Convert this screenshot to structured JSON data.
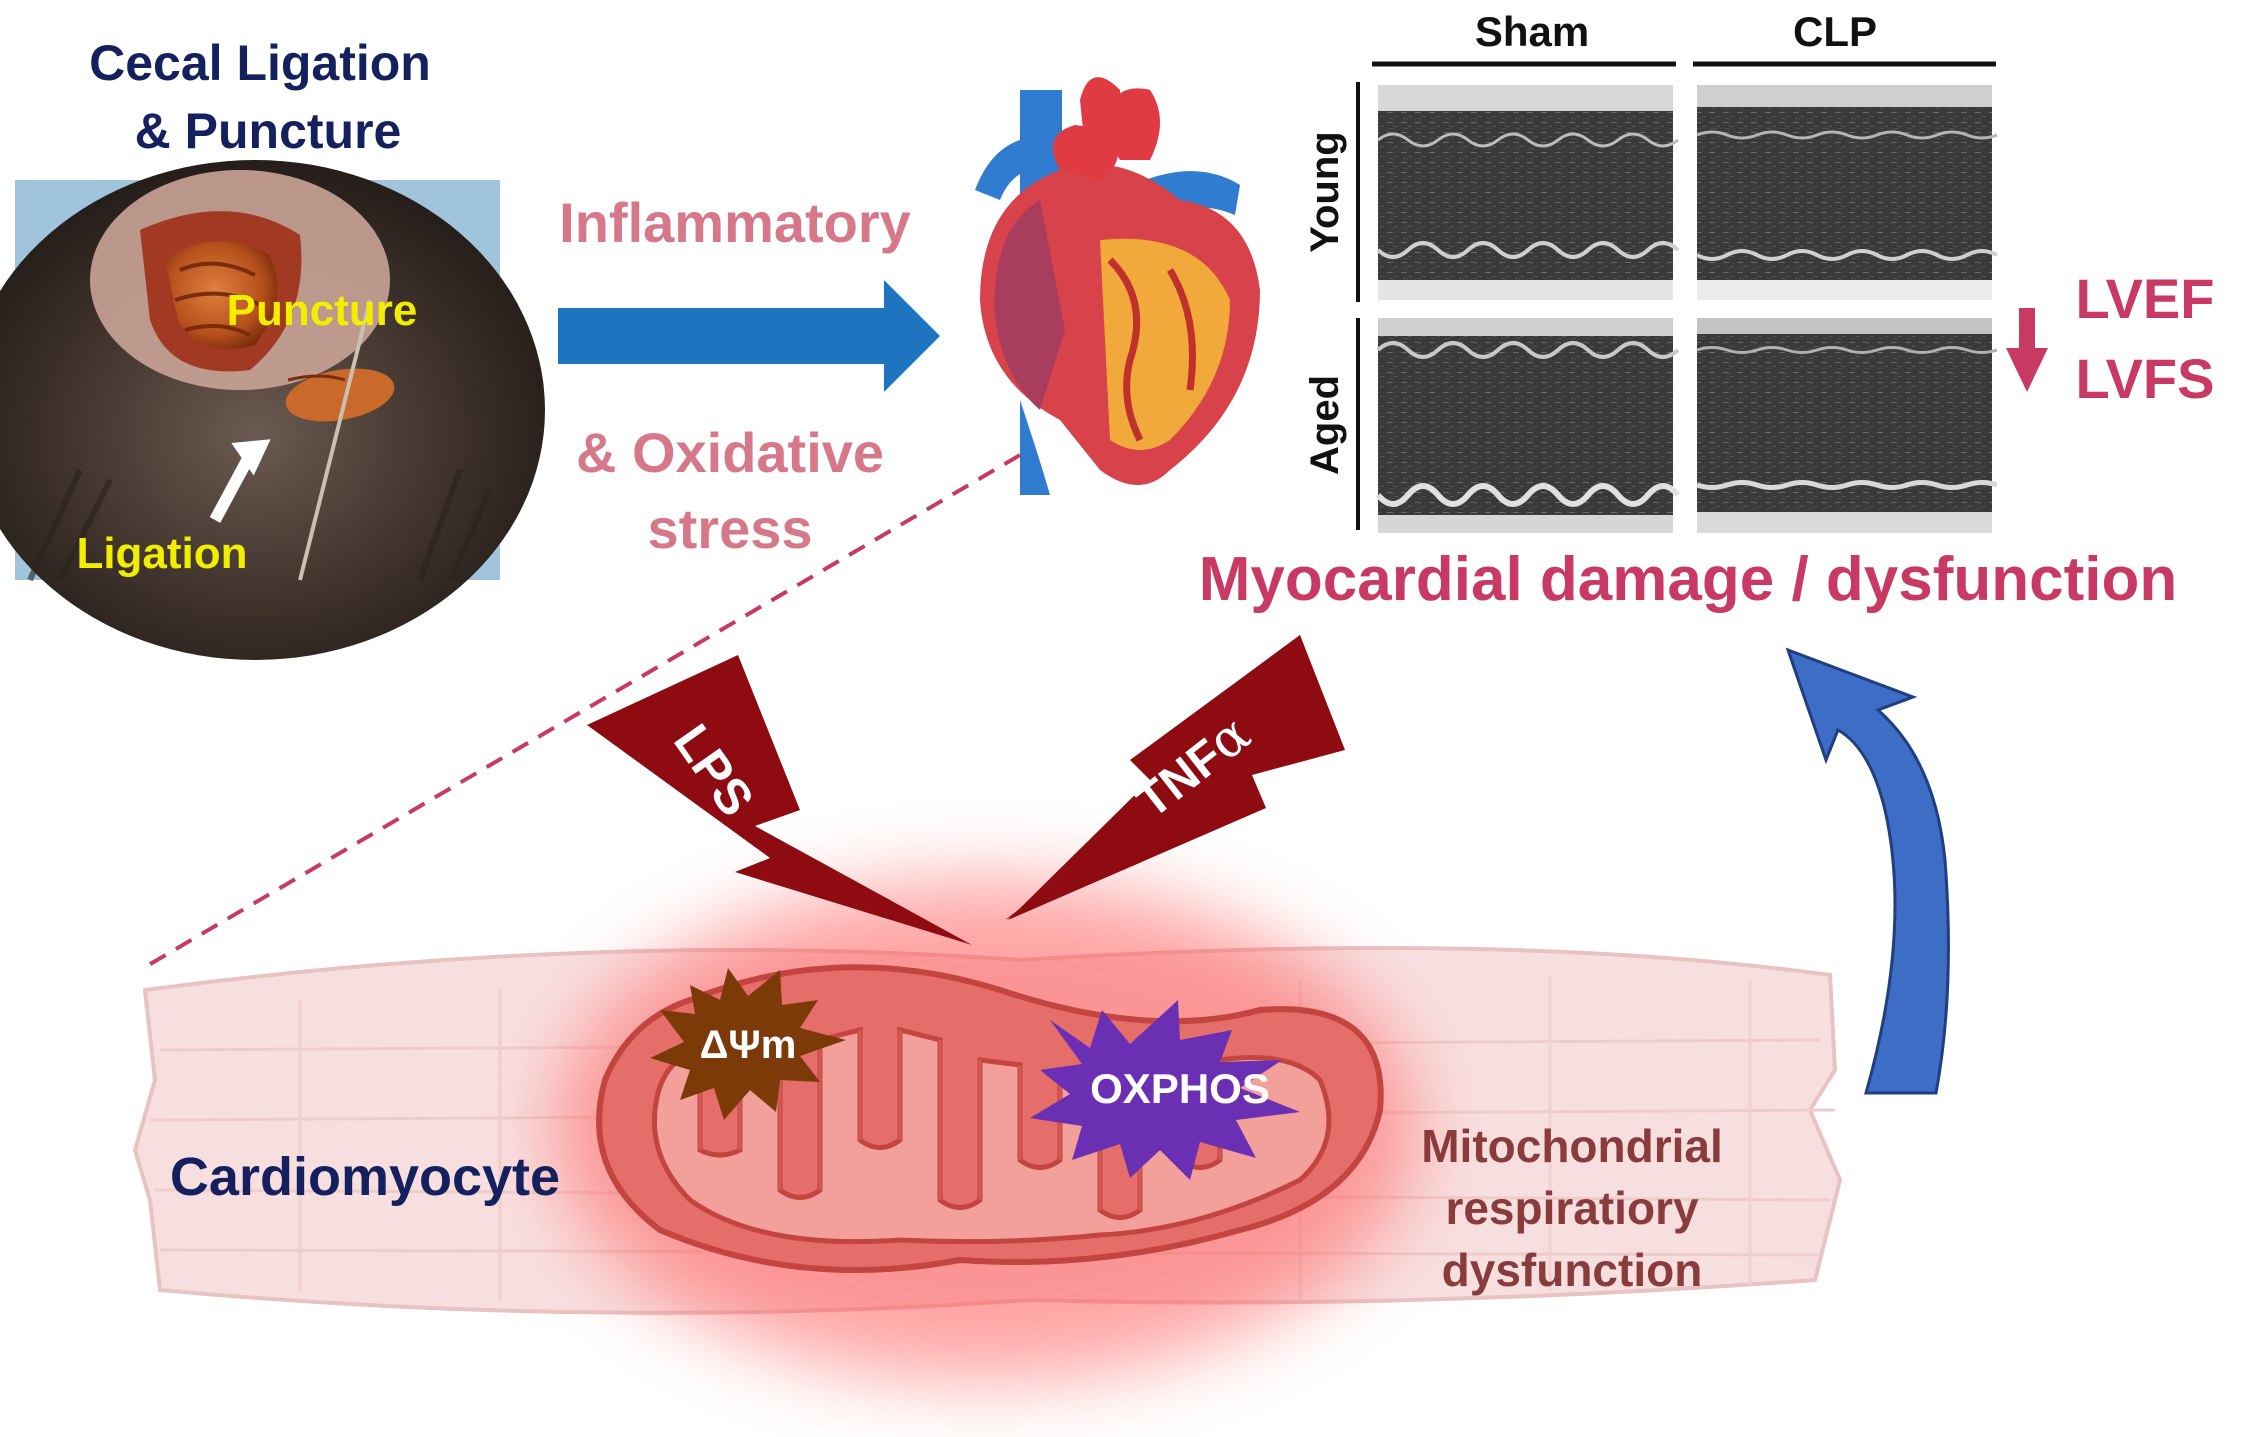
{
  "cecal": {
    "title_line1": "Cecal Ligation",
    "title_line2": "& Puncture",
    "puncture_label": "Puncture",
    "ligation_label": "Ligation"
  },
  "stimulus": {
    "line1": "Inflammatory",
    "line2": "& Oxidative",
    "line3": "stress"
  },
  "echo": {
    "col_sham": "Sham",
    "col_clp": "CLP",
    "row_young": "Young",
    "row_aged": "Aged"
  },
  "outcome": {
    "lvef": "LVEF",
    "lvfs": "LVFS",
    "damage": "Myocardial damage / dysfunction"
  },
  "signals": {
    "lps": "LPS",
    "tnf": "TNF",
    "tnf_greek": "α"
  },
  "cell": {
    "cardiomyocyte": "Cardiomyocyte",
    "dpsi": "ΔΨm",
    "oxphos": "OXPHOS",
    "mito_line1": "Mitochondrial",
    "mito_line2": "respiratiory",
    "mito_line3": "dysfunction"
  },
  "colors": {
    "navy": "#14215e",
    "pink": "#d6788a",
    "magenta": "#c83a64",
    "dark_red": "#8e0b12",
    "blue_arrow": "#1f74c0",
    "curved_arrow": "#3d6dc5",
    "yellow": "#f2ee00",
    "brown_star": "#7b3a08",
    "purple_star": "#6a2fb3",
    "mito_text": "#8a3b3b"
  }
}
